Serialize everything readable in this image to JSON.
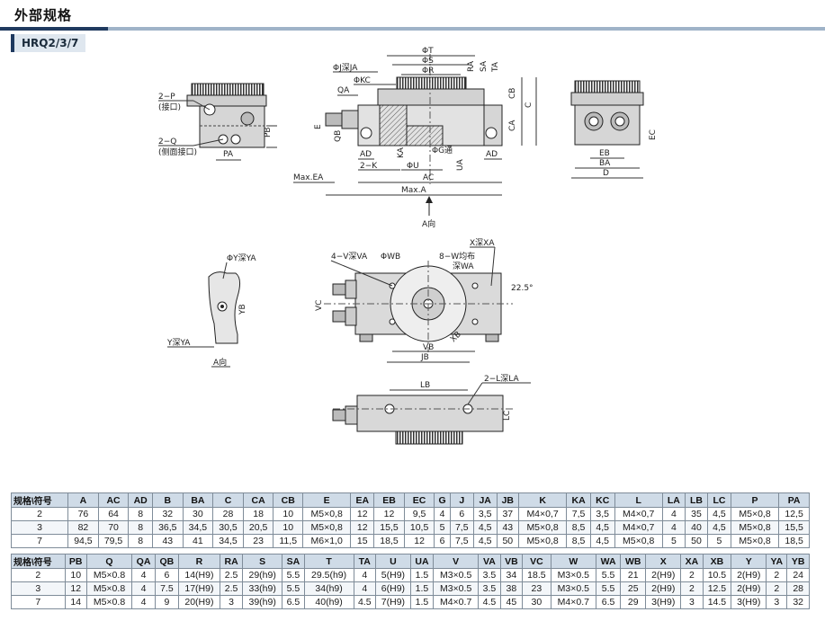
{
  "title": "外部规格",
  "model": "HRQ2/3/7",
  "labels": {
    "port_p": "2−P",
    "port_p_note": "(接口)",
    "port_q": "2−Q",
    "port_q_note": "(侧面接口)",
    "pb": "PB",
    "pa": "PA",
    "phi_t": "ΦT",
    "phi_s": "ΦS",
    "phi_r": "ΦR",
    "phi_j": "ΦJ深JA",
    "phi_kc": "ΦKC",
    "qa": "QA",
    "e": "E",
    "qb": "QB",
    "ad_left": "AD",
    "ad_right": "AD",
    "two_k": "2−K",
    "ka": "KA",
    "phi_g": "ΦG通",
    "phi_u": "ΦU",
    "ua": "UA",
    "ra": "RA",
    "sa": "SA",
    "ta": "TA",
    "cb": "CB",
    "ca": "CA",
    "c": "C",
    "ac": "AC",
    "max_ea": "Max.EA",
    "max_a": "Max.A",
    "a_dir": "A向",
    "ec": "EC",
    "eb": "EB",
    "ba": "BA",
    "d": "D",
    "phi_y": "ΦY深YA",
    "yb": "YB",
    "y_depth": "Y深YA",
    "a_view": "A向",
    "four_v": "4−V深VA",
    "phi_wb": "ΦWB",
    "eight_w": "8−W均布",
    "eight_w_depth": "深WA",
    "x_depth": "X深XA",
    "angle": "22.5°",
    "vc": "VC",
    "vb": "VB",
    "jb": "JB",
    "xb": "XB",
    "lb": "LB",
    "two_l": "2−L深LA",
    "lc": "LC"
  },
  "table1": {
    "headers": [
      "规格\\符号",
      "A",
      "AC",
      "AD",
      "B",
      "BA",
      "C",
      "CA",
      "CB",
      "E",
      "EA",
      "EB",
      "EC",
      "G",
      "J",
      "JA",
      "JB",
      "K",
      "KA",
      "KC",
      "L",
      "LA",
      "LB",
      "LC",
      "P",
      "PA"
    ],
    "rows": [
      [
        "2",
        "76",
        "64",
        "8",
        "32",
        "30",
        "28",
        "18",
        "10",
        "M5×0,8",
        "12",
        "12",
        "9,5",
        "4",
        "6",
        "3,5",
        "37",
        "M4×0,7",
        "7,5",
        "3,5",
        "M4×0,7",
        "4",
        "35",
        "4,5",
        "M5×0,8",
        "12,5"
      ],
      [
        "3",
        "82",
        "70",
        "8",
        "36,5",
        "34,5",
        "30,5",
        "20,5",
        "10",
        "M5×0,8",
        "12",
        "15,5",
        "10,5",
        "5",
        "7,5",
        "4,5",
        "43",
        "M5×0,8",
        "8,5",
        "4,5",
        "M4×0,7",
        "4",
        "40",
        "4,5",
        "M5×0,8",
        "15,5"
      ],
      [
        "7",
        "94,5",
        "79,5",
        "8",
        "43",
        "41",
        "34,5",
        "23",
        "11,5",
        "M6×1,0",
        "15",
        "18,5",
        "12",
        "6",
        "7,5",
        "4,5",
        "50",
        "M5×0,8",
        "8,5",
        "4,5",
        "M5×0,8",
        "5",
        "50",
        "5",
        "M5×0,8",
        "18,5"
      ]
    ]
  },
  "table2": {
    "headers": [
      "规格\\符号",
      "PB",
      "Q",
      "QA",
      "QB",
      "R",
      "RA",
      "S",
      "SA",
      "T",
      "TA",
      "U",
      "UA",
      "V",
      "VA",
      "VB",
      "VC",
      "W",
      "WA",
      "WB",
      "X",
      "XA",
      "XB",
      "Y",
      "YA",
      "YB"
    ],
    "rows": [
      [
        "2",
        "10",
        "M5×0.8",
        "4",
        "6",
        "14(H9)",
        "2.5",
        "29(h9)",
        "5.5",
        "29.5(h9)",
        "4",
        "5(H9)",
        "1.5",
        "M3×0.5",
        "3.5",
        "34",
        "18.5",
        "M3×0.5",
        "5.5",
        "21",
        "2(H9)",
        "2",
        "10.5",
        "2(H9)",
        "2",
        "24"
      ],
      [
        "3",
        "12",
        "M5×0.8",
        "4",
        "7.5",
        "17(H9)",
        "2.5",
        "33(h9)",
        "5.5",
        "34(h9)",
        "4",
        "6(H9)",
        "1.5",
        "M3×0.5",
        "3.5",
        "38",
        "23",
        "M3×0.5",
        "5.5",
        "25",
        "2(H9)",
        "2",
        "12.5",
        "2(H9)",
        "2",
        "28"
      ],
      [
        "7",
        "14",
        "M5×0.8",
        "4",
        "9",
        "20(H9)",
        "3",
        "39(h9)",
        "6.5",
        "40(h9)",
        "4.5",
        "7(H9)",
        "1.5",
        "M4×0.7",
        "4.5",
        "45",
        "30",
        "M4×0.7",
        "6.5",
        "29",
        "3(H9)",
        "3",
        "14.5",
        "3(H9)",
        "3",
        "32"
      ]
    ]
  }
}
